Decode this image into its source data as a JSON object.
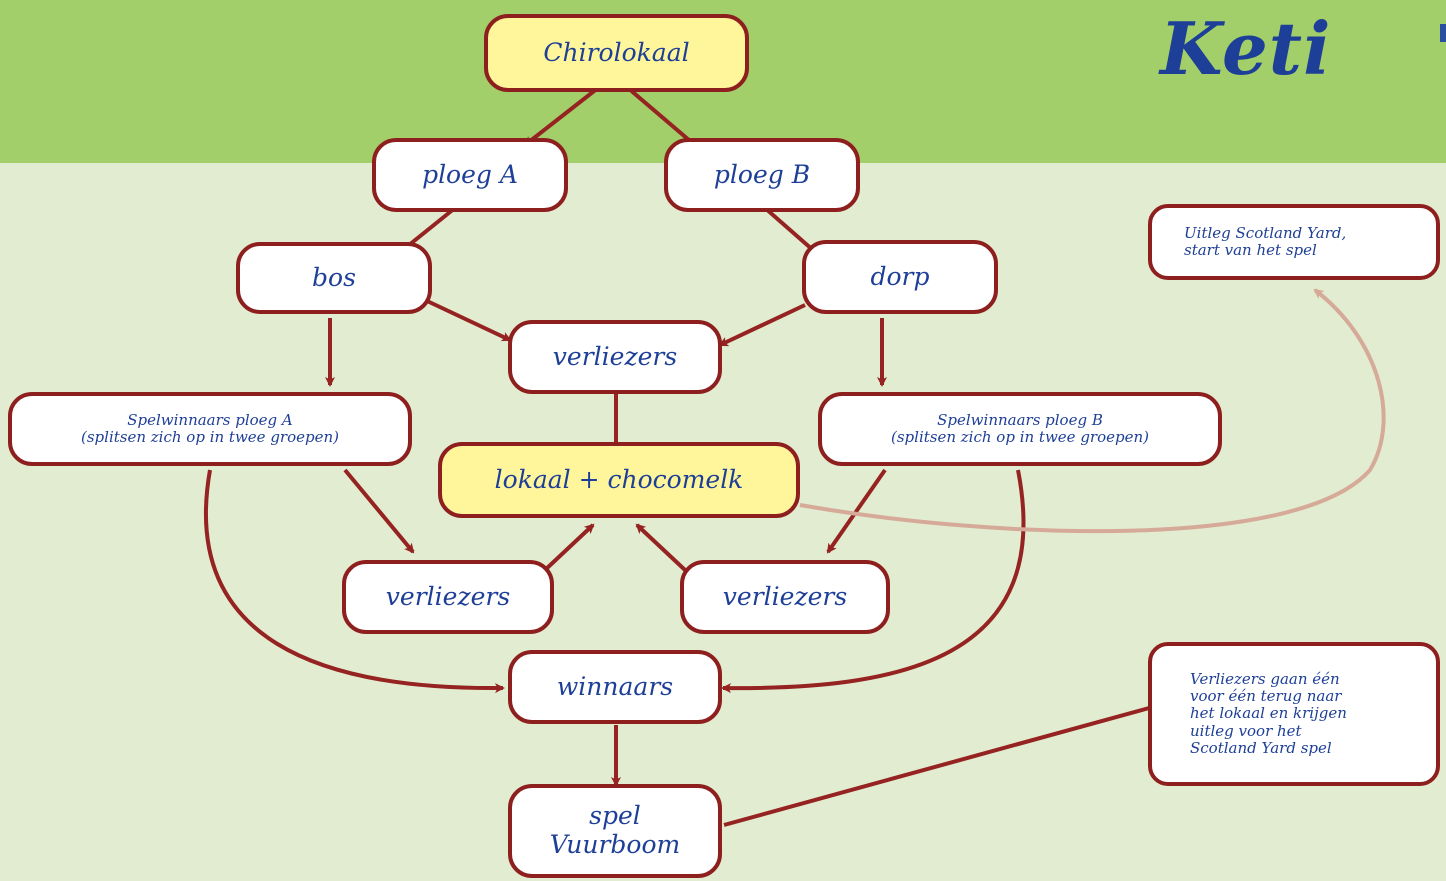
{
  "header": {
    "title": "Keti",
    "band_color": "#a2cf6a",
    "background_color": "#e2ecd0"
  },
  "colors": {
    "node_border": "#8e1f1f",
    "node_fill": "#ffffff",
    "node_highlight_fill": "#fff59a",
    "text": "#1e3f97",
    "arrow": "#952321",
    "faded_arrow": "#d6aa98"
  },
  "nodes": {
    "chirolokaal": "Chirolokaal",
    "ploeg_a": "ploeg A",
    "ploeg_b": "ploeg B",
    "bos": "bos",
    "dorp": "dorp",
    "verliezers_top": "verliezers",
    "spelwinnaars_a": "Spelwinnaars ploeg A\n(splitsen zich op in twee groepen)",
    "spelwinnaars_b": "Spelwinnaars ploeg B\n(splitsen zich op in twee groepen)",
    "lokaal_chocomelk": "lokaal + chocomelk",
    "verliezers_left": "verliezers",
    "verliezers_right": "verliezers",
    "winnaars": "winnaars",
    "spel_vuurboom": "spel\nVuurboom",
    "uitleg_scotland_yard": "Uitleg Scotland Yard,\n   start van het spel",
    "verliezers_note": "Verliezers gaan één\n  voor één terug naar\n het lokaal en krijgen\n   uitleg voor het\n  Scotland Yard spel"
  }
}
